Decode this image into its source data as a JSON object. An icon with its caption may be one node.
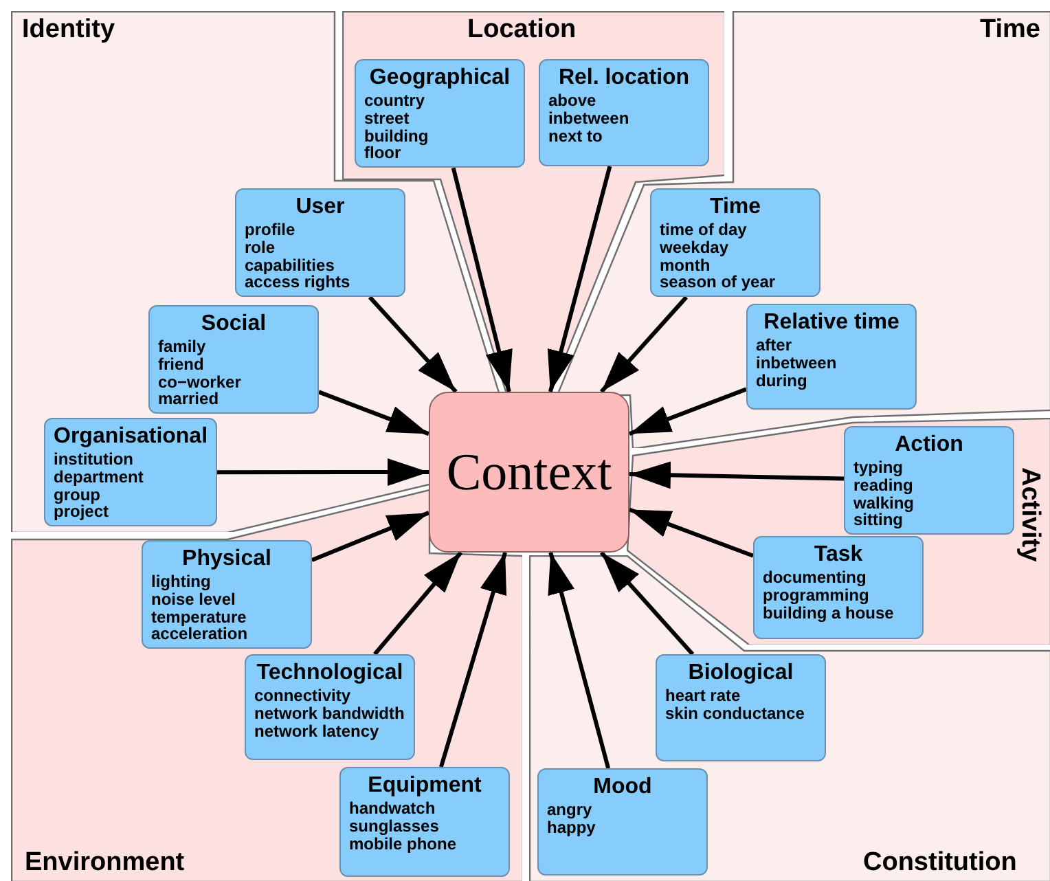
{
  "diagram": {
    "nodes": [
      {
        "text": [
          "Identity"
        ]
      },
      {
        "text": [
          "User",
          "profile",
          "role",
          "capabilities",
          "access rights"
        ],
        "in": 0
      },
      {
        "text": [
          "Social",
          "family",
          "friend",
          "co−worker",
          "married"
        ],
        "in": 0
      },
      {
        "text": [
          "Organisational",
          "institution",
          "department",
          "group",
          "project"
        ],
        "in": 0
      },
      {
        "text": [
          "Location"
        ]
      },
      {
        "text": [
          "Geographical",
          "country",
          "street",
          "building",
          "floor"
        ],
        "in": 4
      },
      {
        "text": [
          "Rel. location",
          "above",
          "inbetween",
          "next to"
        ],
        "in": 4
      },
      {
        "text": [
          "Time"
        ]
      },
      {
        "text": [
          "Time",
          "time of day",
          "weekday",
          "month",
          "season of year"
        ],
        "in": 7
      },
      {
        "text": [
          "Relative time",
          "after",
          "inbetween",
          "during"
        ],
        "in": 7
      },
      {
        "text": [
          "Context"
        ]
      },
      {
        "text": [
          "Activity"
        ]
      },
      {
        "text": [
          "Action",
          "typing",
          "reading",
          "walking",
          "sitting"
        ],
        "in": 11
      },
      {
        "text": [
          "Task",
          "documenting",
          "programming",
          "building a house"
        ],
        "in": 11
      },
      {
        "text": [
          "Environment"
        ]
      },
      {
        "text": [
          "Physical",
          "lighting",
          "noise level",
          "temperature",
          "acceleration"
        ],
        "in": 14
      },
      {
        "text": [
          "Technological",
          "connectivity",
          "network bandwidth",
          "network latency"
        ],
        "in": 14
      },
      {
        "text": [
          "Equipment",
          "handwatch",
          "sunglasses",
          "mobile phone"
        ],
        "in": 14
      },
      {
        "text": [
          "Constitution"
        ]
      },
      {
        "text": [
          "Biological",
          "heart rate",
          "skin conductance"
        ],
        "in": 18
      },
      {
        "text": [
          "Mood",
          "angry",
          "happy"
        ],
        "in": 18
      }
    ],
    "edges": [
      {
        "from": 5,
        "to": 10,
        "arrow": "to"
      },
      {
        "from": 6,
        "to": 10,
        "arrow": "to"
      },
      {
        "from": 1,
        "to": 10,
        "arrow": "to"
      },
      {
        "from": 8,
        "to": 10,
        "arrow": "to"
      },
      {
        "from": 2,
        "to": 10,
        "arrow": "to"
      },
      {
        "from": 9,
        "to": 10,
        "arrow": "to"
      },
      {
        "from": 3,
        "to": 10,
        "arrow": "to"
      },
      {
        "from": 12,
        "to": 10,
        "arrow": "to"
      },
      {
        "from": 15,
        "to": 10,
        "arrow": "to"
      },
      {
        "from": 13,
        "to": 10,
        "arrow": "to"
      },
      {
        "from": 16,
        "to": 10,
        "arrow": "to"
      },
      {
        "from": 17,
        "to": 10,
        "arrow": "to"
      },
      {
        "from": 19,
        "to": 10,
        "arrow": "to"
      },
      {
        "from": 20,
        "to": 10,
        "arrow": "to"
      }
    ]
  }
}
